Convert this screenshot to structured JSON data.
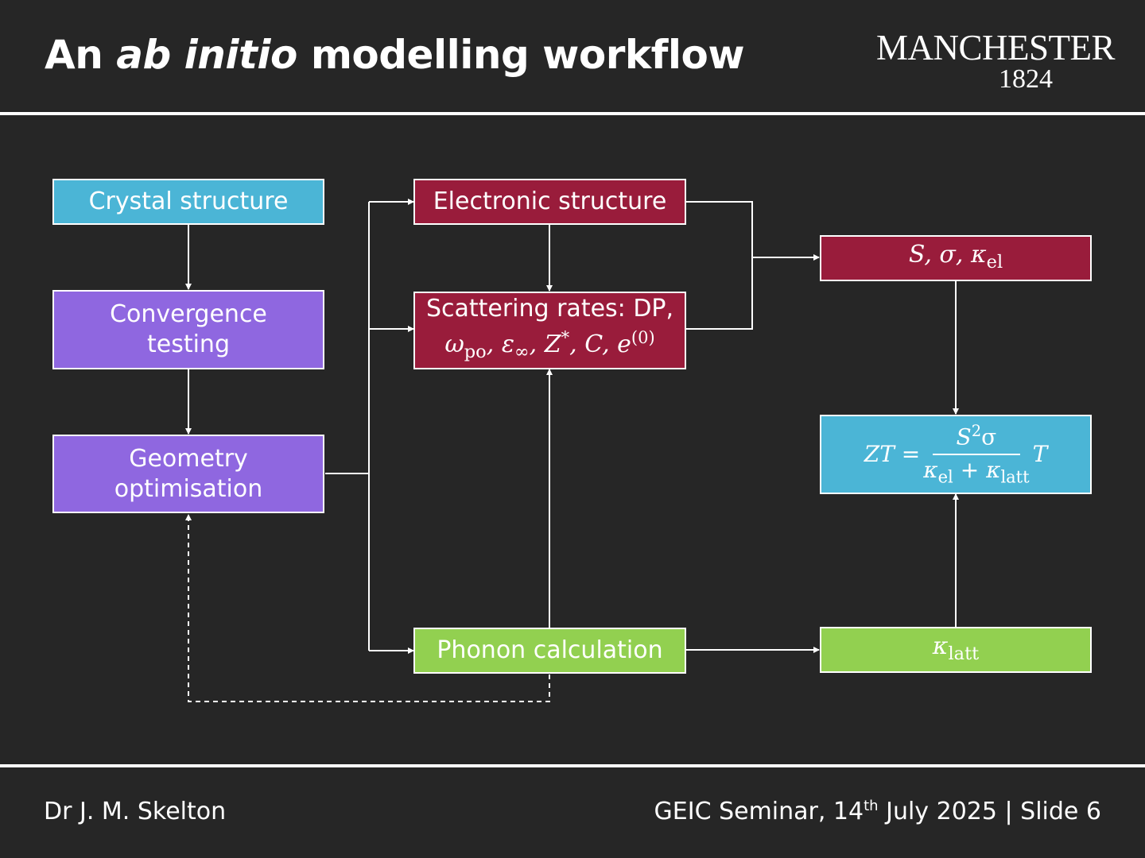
{
  "slide": {
    "title_pre": "An ",
    "title_italic": "ab initio",
    "title_post": " modelling workflow",
    "logo": {
      "name": "MANCHESTER",
      "year": "1824"
    }
  },
  "boxes": {
    "crystal": "Crystal structure",
    "convergence": "Convergence testing",
    "geometry": "Geometry optimisation",
    "electronic": "Electronic structure",
    "scattering_line1": "Scattering rates: DP,",
    "phonon": "Phonon calculation"
  },
  "math": {
    "omega": "ω",
    "omega_sub": "po",
    "eps": "ε",
    "eps_sub": "∞",
    "z": "Z",
    "z_sup": "*",
    "c": "C",
    "e": "e",
    "e_sup": "(0)",
    "s": "S",
    "sigma": "σ",
    "kappa": "κ",
    "el_sub": "el",
    "zt": "ZT",
    "equals": "=",
    "num_s": "S",
    "num_sup": "2",
    "num_sigma": "σ",
    "plus": "+",
    "latt_sub": "latt",
    "t": "T"
  },
  "footer": {
    "author": "Dr J. M. Skelton",
    "event_pre": "GEIC Seminar, 14",
    "event_sup": "th",
    "event_post": " July 2025",
    "separator": "|",
    "slide_label": "Slide 6"
  },
  "colors": {
    "background": "#262626",
    "blue": "#4bb5d6",
    "purple": "#8f67e0",
    "red": "#991c3b",
    "green": "#92d050"
  }
}
